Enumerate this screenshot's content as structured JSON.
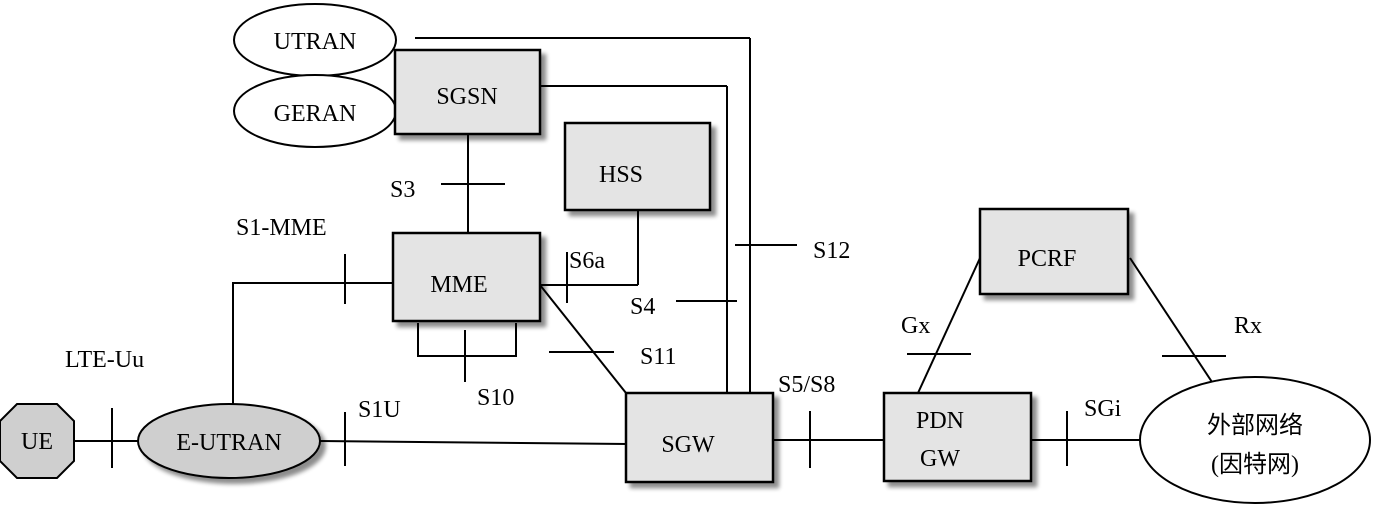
{
  "nodes": {
    "utran": "UTRAN",
    "geran": "GERAN",
    "sgsn": "SGSN",
    "hss": "HSS",
    "mme": "MME",
    "pcrf": "PCRF",
    "ue": "UE",
    "eutran": "E-UTRAN",
    "sgw": "SGW",
    "pdngw_line1": "PDN",
    "pdngw_line2": "GW",
    "external_line1": "外部网络",
    "external_line2": "(因特网)"
  },
  "interfaces": {
    "s3": "S3",
    "s1mme": "S1-MME",
    "s6a": "S6a",
    "s12": "S12",
    "s4": "S4",
    "s11": "S11",
    "s10": "S10",
    "lteuu": "LTE-Uu",
    "s1u": "S1U",
    "s5s8": "S5/S8",
    "gx": "Gx",
    "rx": "Rx",
    "sgi": "SGi"
  }
}
